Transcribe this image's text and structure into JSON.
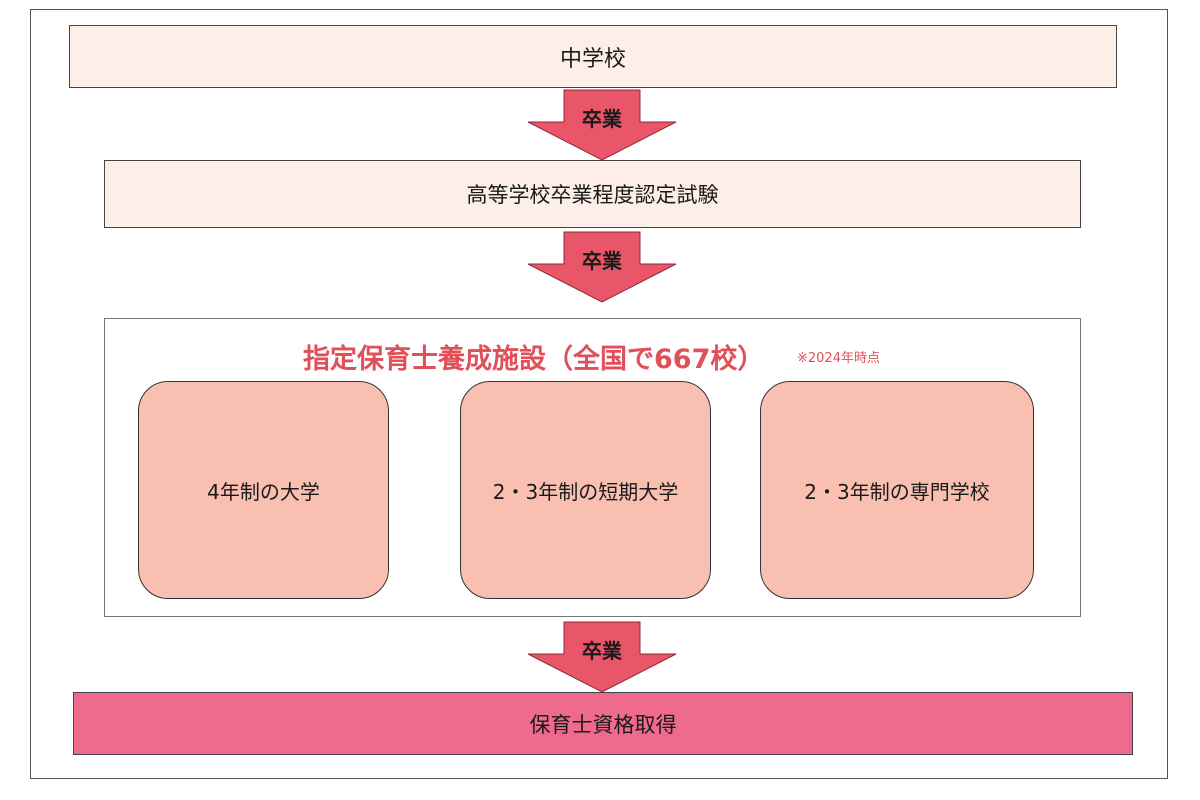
{
  "stages": {
    "junior_high": "中学校",
    "equivalency_exam": "高等学校卒業程度認定試験",
    "qualification": "保育士資格取得"
  },
  "arrows": [
    {
      "label": "卒業"
    },
    {
      "label": "卒業"
    },
    {
      "label": "卒業"
    }
  ],
  "facilities": {
    "title": "指定保育士養成施設（全国で667校）",
    "note": "※2024年時点",
    "types": [
      {
        "label": "4年制の大学"
      },
      {
        "label": "2・3年制の短期大学"
      },
      {
        "label": "2・3年制の専門学校"
      }
    ]
  },
  "colors": {
    "light_box": "#fdeee7",
    "arrow": "#e9566a",
    "card": "#f9c0b1",
    "qualification_box": "#ee6b8d",
    "title_text": "#e0505a"
  }
}
